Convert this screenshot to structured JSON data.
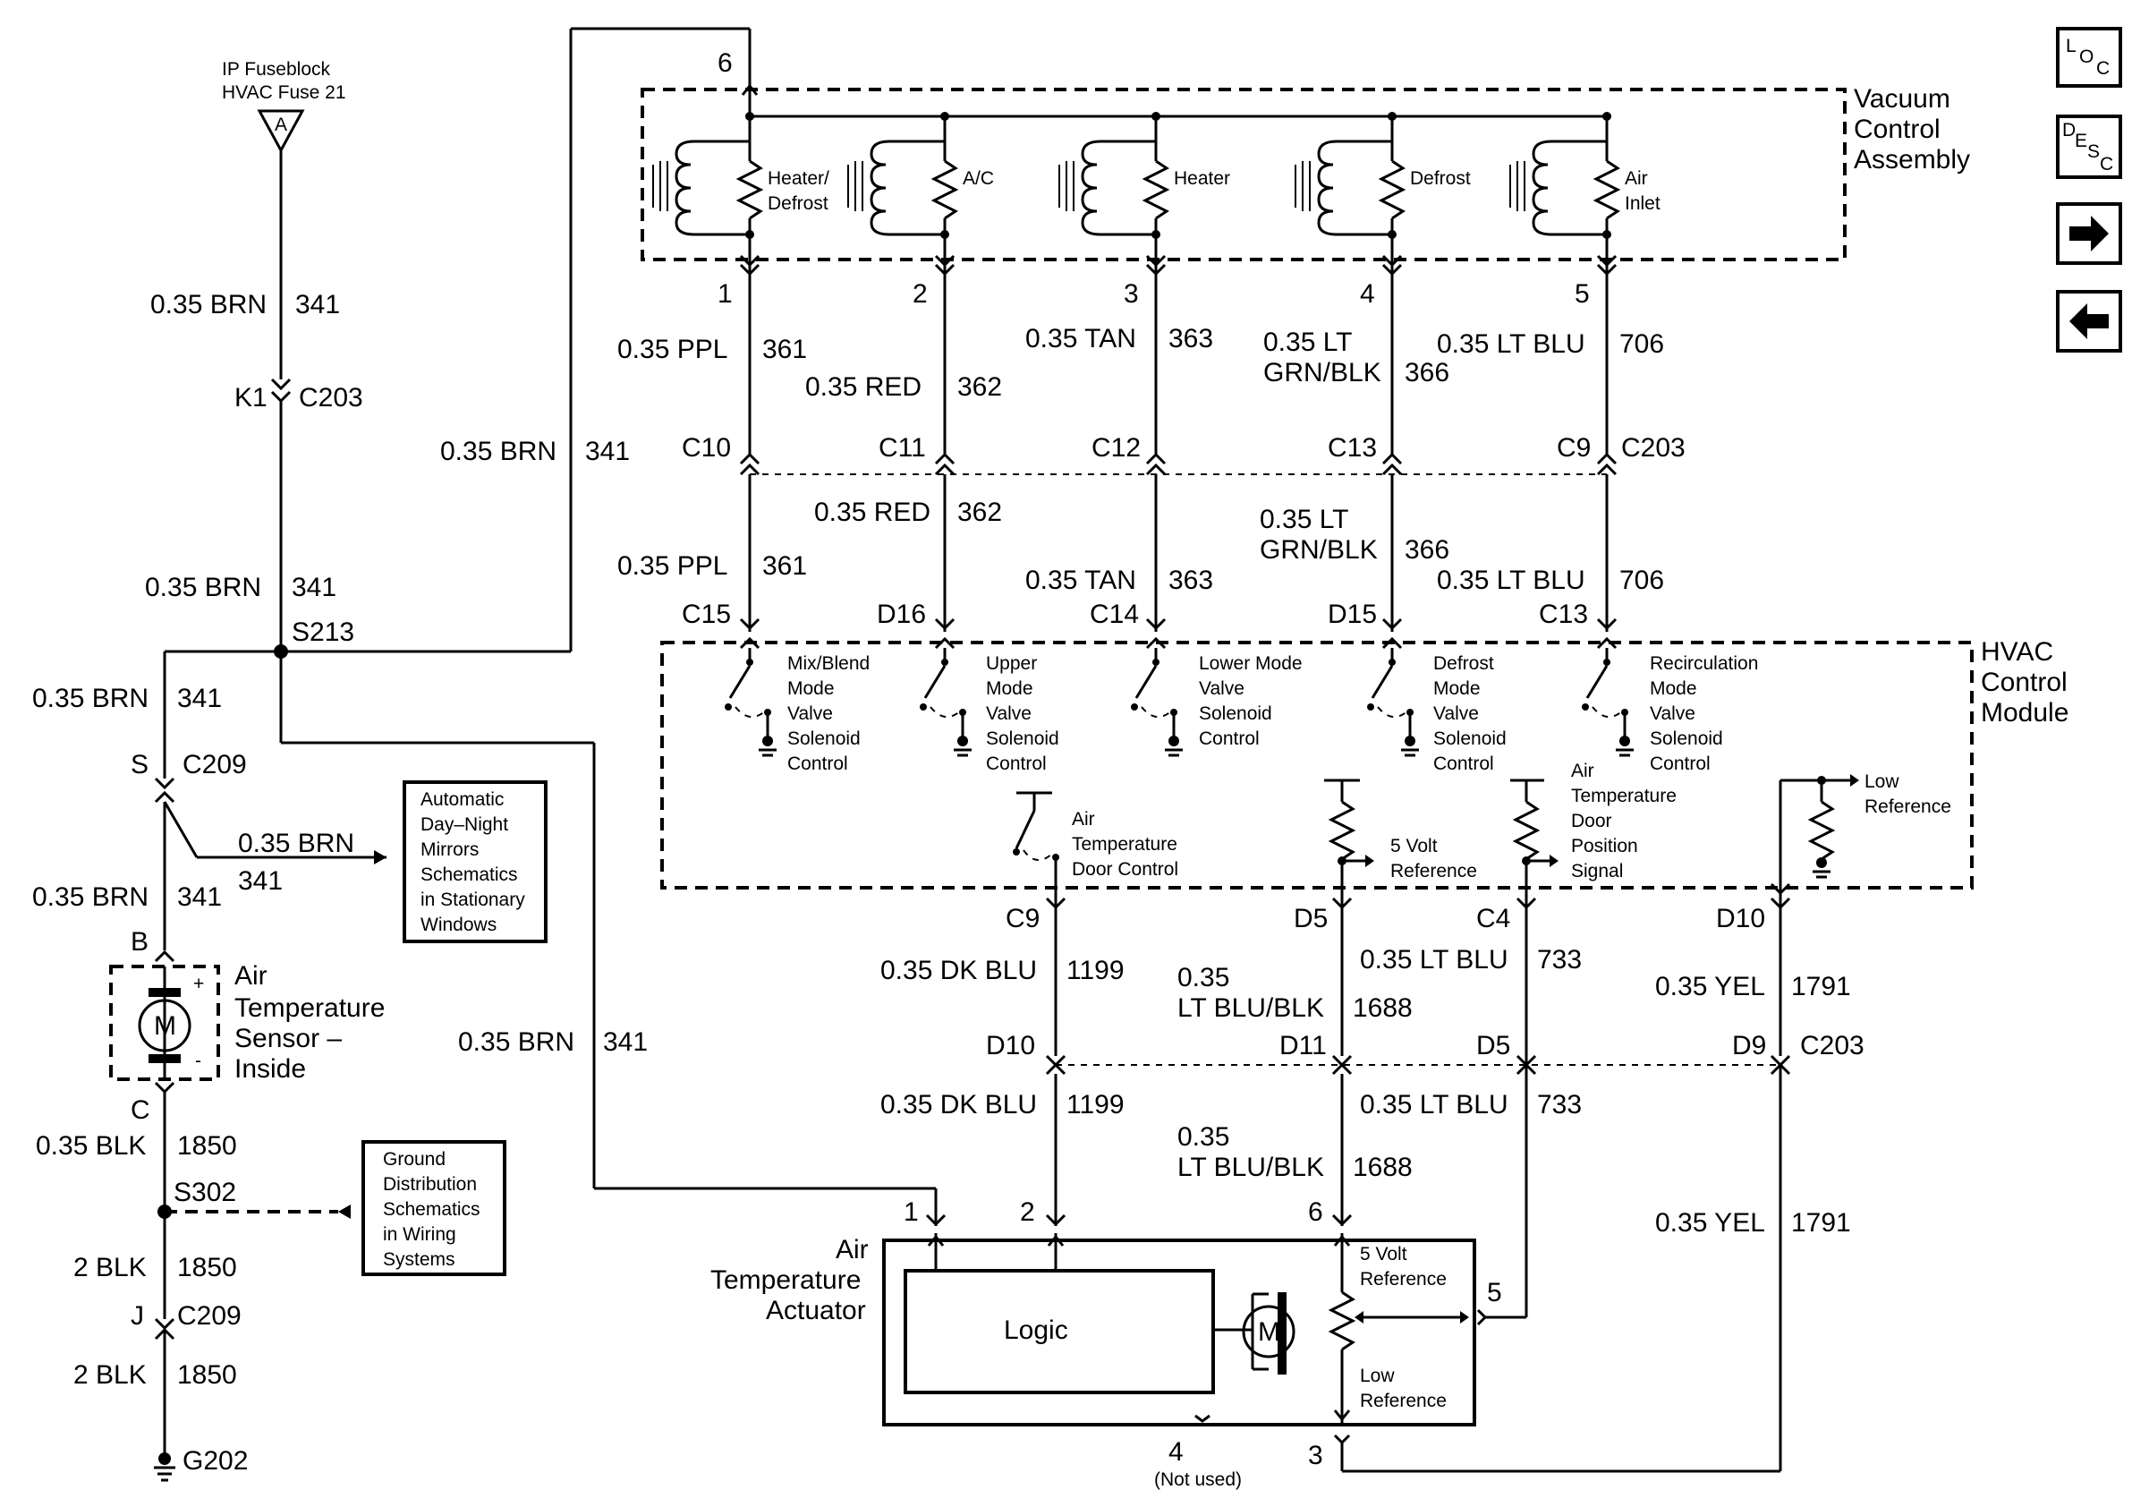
{
  "nav": {
    "loc_letters": [
      "L",
      "O",
      "C"
    ],
    "desc_letters": [
      "D",
      "E",
      "S",
      "C"
    ],
    "next_icon": "arrow-right-icon",
    "prev_icon": "arrow-left-icon"
  },
  "fuse": {
    "line1": "IP Fuseblock",
    "line2": "HVAC Fuse 21",
    "tag": "A"
  },
  "vacuum": {
    "title": [
      "Vacuum",
      "Control",
      "Assembly"
    ],
    "solenoids": [
      {
        "pin": "1",
        "label1": "Heater/",
        "label2": "Defrost"
      },
      {
        "pin": "2",
        "label1": "A/C",
        "label2": ""
      },
      {
        "pin": "3",
        "label1": "Heater",
        "label2": ""
      },
      {
        "pin": "4",
        "label1": "Defrost",
        "label2": ""
      },
      {
        "pin": "5",
        "label1": "Air",
        "label2": "Inlet"
      }
    ],
    "top_pin": "6"
  },
  "upper_wires": [
    {
      "a": "0.35 PPL",
      "b": "",
      "num": "361",
      "conn": "C10"
    },
    {
      "a": "0.35 RED",
      "b": "",
      "num": "362",
      "conn": "C11"
    },
    {
      "a": "0.35 TAN",
      "b": "",
      "num": "363",
      "conn": "C12"
    },
    {
      "a": "0.35 LT",
      "b": "GRN/BLK",
      "num": "366",
      "conn": "C13"
    },
    {
      "a": "0.35 LT BLU",
      "b": "",
      "num": "706",
      "conn": "C9"
    }
  ],
  "lower_wires": [
    {
      "a": "0.35 PPL",
      "b": "",
      "num": "361",
      "conn": "C15"
    },
    {
      "a": "0.35 RED",
      "b": "",
      "num": "362",
      "conn": "D16"
    },
    {
      "a": "0.35 TAN",
      "b": "",
      "num": "363",
      "conn": "C14"
    },
    {
      "a": "0.35 LT",
      "b": "GRN/BLK",
      "num": "366",
      "conn": "D15"
    },
    {
      "a": "0.35 LT BLU",
      "b": "",
      "num": "706",
      "conn": "C13"
    }
  ],
  "c203": "C203",
  "brn_wire": {
    "gauge": "0.35 BRN",
    "num": "341"
  },
  "left": {
    "k1": "K1",
    "c203": "C203",
    "s213": "S213",
    "s": "S",
    "c209": "C209",
    "b": "B",
    "c": "C",
    "blk035": "0.35 BLK",
    "n1850": "1850",
    "s302": "S302",
    "blk2": "2 BLK",
    "j": "J",
    "c209b": "C209",
    "g202": "G202"
  },
  "mirrors_box": [
    "Automatic",
    "Day–Night",
    "Mirrors",
    "Schematics",
    "in Stationary",
    "Windows"
  ],
  "ground_box": [
    "Ground",
    "Distribution",
    "Schematics",
    "in Wiring",
    "Systems"
  ],
  "sensor": {
    "label": [
      "Air",
      "Temperature",
      "Sensor –",
      "Inside"
    ],
    "motor": "M",
    "plus": "+",
    "minus": "-"
  },
  "hvac": {
    "title": [
      "HVAC",
      "Control",
      "Module"
    ],
    "drivers": [
      [
        "Mix/Blend",
        "Mode",
        "Valve",
        "Solenoid",
        "Control"
      ],
      [
        "Upper",
        "Mode",
        "Valve",
        "Solenoid",
        "Control"
      ],
      [
        "Lower Mode",
        "Valve",
        "Solenoid",
        "Control"
      ],
      [
        "Defrost",
        "Mode",
        "Valve",
        "Solenoid",
        "Control"
      ],
      [
        "Recirculation",
        "Mode",
        "Valve",
        "Solenoid",
        "Control"
      ]
    ],
    "air_door": [
      "Air",
      "Temperature",
      "Door Control"
    ],
    "ref5": [
      "5 Volt",
      "Reference"
    ],
    "pos_signal": [
      "Air",
      "Temperature",
      "Door",
      "Position",
      "Signal"
    ],
    "low_ref": [
      "Low",
      "Reference"
    ]
  },
  "actuator_wires_top": [
    {
      "conn": "C9",
      "gauge": "0.35 DK BLU",
      "gauge2": "",
      "num": "1199"
    },
    {
      "conn": "D5",
      "gauge": "0.35",
      "gauge2": "LT BLU/BLK",
      "num": "1688"
    },
    {
      "conn": "C4",
      "gauge": "0.35 LT BLU",
      "gauge2": "",
      "num": "733"
    },
    {
      "conn": "D10",
      "gauge": "0.35 YEL",
      "gauge2": "",
      "num": "1791"
    }
  ],
  "actuator_wires_bottom": [
    {
      "conn": "D10",
      "gauge": "0.35 DK BLU",
      "gauge2": "",
      "num": "1199"
    },
    {
      "conn": "D11",
      "gauge": "0.35",
      "gauge2": "LT BLU/BLK",
      "num": "1688"
    },
    {
      "conn": "D5",
      "gauge": "0.35 LT BLU",
      "gauge2": "",
      "num": "733"
    },
    {
      "conn": "D9",
      "gauge": "0.35 YEL",
      "gauge2": "",
      "num": "1791"
    }
  ],
  "actuator": {
    "title": [
      "Air",
      "Temperature",
      "Actuator"
    ],
    "logic": "Logic",
    "motor": "M",
    "ref5": [
      "5 Volt",
      "Reference"
    ],
    "low_ref": [
      "Low",
      "Reference"
    ],
    "pins": [
      "1",
      "2",
      "6",
      "5",
      "4",
      "3"
    ],
    "not_used": "(Not used)"
  }
}
